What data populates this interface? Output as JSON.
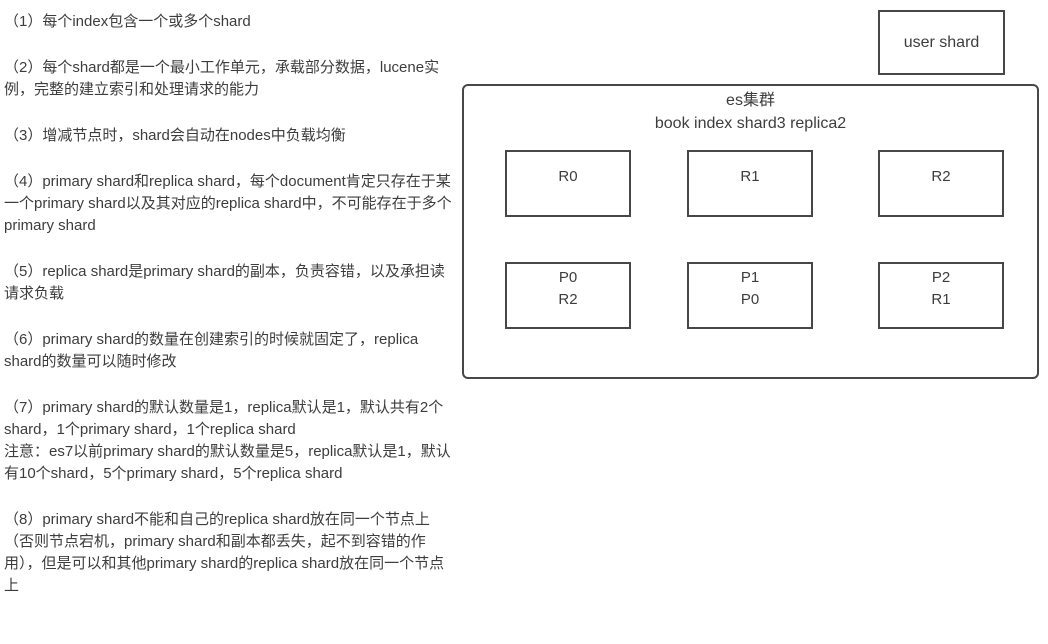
{
  "notes": {
    "items": [
      {
        "text": "（1）每个index包含一个或多个shard"
      },
      {
        "text": "（2）每个shard都是一个最小工作单元，承载部分数据，lucene实例，完整的建立索引和处理请求的能力"
      },
      {
        "text": "（3）增减节点时，shard会自动在nodes中负载均衡"
      },
      {
        "text": "（4）primary shard和replica shard，每个document肯定只存在于某一个primary shard以及其对应的replica shard中，不可能存在于多个primary shard"
      },
      {
        "text": "（5）replica shard是primary shard的副本，负责容错，以及承担读请求负载"
      },
      {
        "text": "（6）primary shard的数量在创建索引的时候就固定了，replica shard的数量可以随时修改"
      },
      {
        "text": "（7）primary shard的默认数量是1，replica默认是1，默认共有2个shard，1个primary shard，1个replica shard\n注意：es7以前primary shard的默认数量是5，replica默认是1，默认有10个shard，5个primary shard，5个replica shard"
      },
      {
        "text": "（8）primary shard不能和自己的replica shard放在同一个节点上（否则节点宕机，primary shard和副本都丢失，起不到容错的作用），但是可以和其他primary shard的replica shard放在同一个节点上"
      }
    ]
  },
  "diagram": {
    "user_shard": {
      "label": "user shard"
    },
    "cluster": {
      "title": "es集群",
      "subtitle": "book index shard3 replica2",
      "nodes": [
        {
          "label": "R0"
        },
        {
          "label": "R1"
        },
        {
          "label": "R2"
        },
        {
          "label": "P0\nR2"
        },
        {
          "label": "P1\nP0"
        },
        {
          "label": "P2\nR1"
        }
      ]
    }
  },
  "colors": {
    "background": "#ffffff",
    "text": "#3d3d3d",
    "border": "#474747"
  }
}
